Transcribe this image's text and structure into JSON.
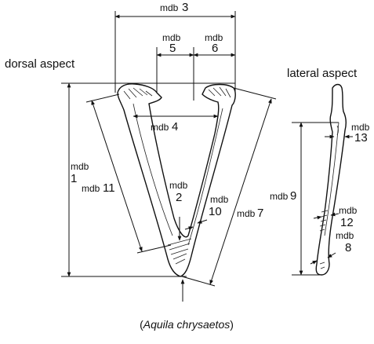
{
  "views": {
    "dorsal_label": "dorsal aspect",
    "lateral_label": "lateral aspect"
  },
  "measurements": {
    "mdb3": {
      "abbr": "mdb",
      "num": "3"
    },
    "mdb5": {
      "abbr": "mdb",
      "num": "5"
    },
    "mdb6": {
      "abbr": "mdb",
      "num": "6"
    },
    "mdb4": {
      "abbr": "mdb",
      "num": "4"
    },
    "mdb1": {
      "abbr": "mdb",
      "num": "1"
    },
    "mdb11": {
      "abbr": "mdb",
      "num": "11"
    },
    "mdb2": {
      "abbr": "mdb",
      "num": "2"
    },
    "mdb10": {
      "abbr": "mdb",
      "num": "10"
    },
    "mdb7": {
      "abbr": "mdb",
      "num": "7"
    },
    "mdb9": {
      "abbr": "mdb",
      "num": "9"
    },
    "mdb13": {
      "abbr": "mdb",
      "num": "13"
    },
    "mdb12": {
      "abbr": "mdb",
      "num": "12"
    },
    "mdb8": {
      "abbr": "mdb",
      "num": "8"
    }
  },
  "caption": {
    "open": "(",
    "species": "Aquila chrysaetos",
    "close": ")"
  }
}
